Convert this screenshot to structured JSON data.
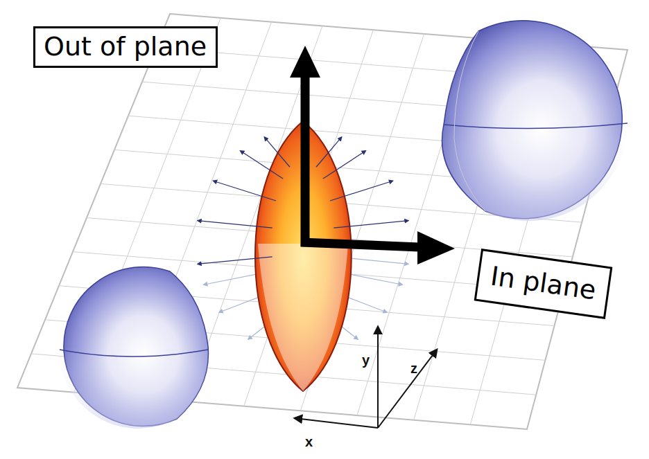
{
  "diagram": {
    "nodes": [
      {
        "text": [
          "Out of plane"
        ]
      },
      {
        "text": [
          "In plane"
        ]
      }
    ],
    "labels": [
      "y",
      "z",
      "x"
    ]
  }
}
